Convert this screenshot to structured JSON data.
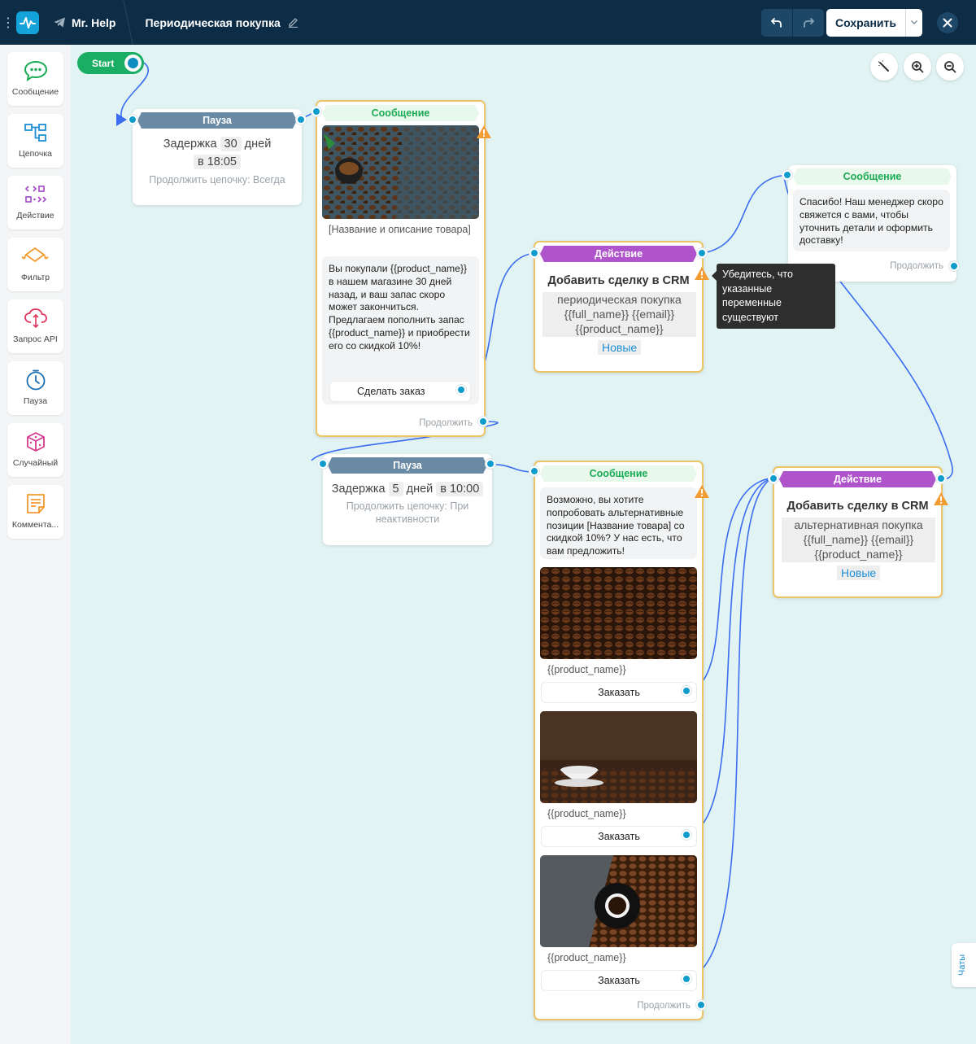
{
  "topbar": {
    "bot_name": "Mr. Help",
    "flow_title": "Периодическая покупка",
    "save_label": "Сохранить"
  },
  "sidebar": {
    "items": [
      {
        "label": "Сообщение",
        "icon": "message-icon"
      },
      {
        "label": "Цепочка",
        "icon": "chain-icon"
      },
      {
        "label": "Действие",
        "icon": "action-icon"
      },
      {
        "label": "Фильтр",
        "icon": "filter-icon"
      },
      {
        "label": "Запрос API",
        "icon": "api-icon"
      },
      {
        "label": "Пауза",
        "icon": "pause-icon"
      },
      {
        "label": "Случайный",
        "icon": "random-icon"
      },
      {
        "label": "Коммента...",
        "icon": "comment-icon"
      }
    ]
  },
  "canvas": {
    "start_label": "Start",
    "pause1": {
      "header": "Пауза",
      "delay_label": "Задержка",
      "delay_value": "30",
      "delay_unit": "дней",
      "time": "в 18:05",
      "continue_text": "Продолжить цепочку: Всегда"
    },
    "message1": {
      "header": "Сообщение",
      "caption": "[Название и описание товара]",
      "text": "Вы покупали {{product_name}} в нашем магазине 30 дней назад, и ваш запас скоро может закончиться. Предлагаем пополнить запас {{product_name}} и приобрести его со скидкой 10%!",
      "button": "Сделать заказ",
      "continue": "Продолжить"
    },
    "action1": {
      "header": "Действие",
      "title": "Добавить сделку в CRM",
      "line1": "периодическая покупка",
      "line2": "{{full_name}} {{email}}",
      "line3": "{{product_name}}",
      "tag": "Новые"
    },
    "tooltip": "Убедитесь, что указанные переменные существуют",
    "message2": {
      "header": "Сообщение",
      "text": "Спасибо! Наш менеджер скоро свяжется с вами, чтобы уточнить детали и оформить доставку!",
      "continue": "Продолжить"
    },
    "pause2": {
      "header": "Пауза",
      "delay_label": "Задержка",
      "delay_value": "5",
      "delay_unit": "дней",
      "time": "в 10:00",
      "continue_text": "Продолжить цепочку: При неактивности"
    },
    "message3": {
      "header": "Сообщение",
      "text": "Возможно, вы хотите попробовать альтернативные позиции [Название товара] со скидкой 10%? У нас есть, что вам предложить!",
      "cards": [
        {
          "caption": "{{product_name}}",
          "button": "Заказать"
        },
        {
          "caption": "{{product_name}}",
          "button": "Заказать"
        },
        {
          "caption": "{{product_name}}",
          "button": "Заказать"
        }
      ],
      "continue": "Продолжить"
    },
    "action2": {
      "header": "Действие",
      "title": "Добавить сделку в CRM",
      "line1": "альтернативная покупка",
      "line2": "{{full_name}} {{email}}",
      "line3": "{{product_name}}",
      "tag": "Новые"
    }
  },
  "chats_tab": "Чаты",
  "colors": {
    "topbar": "#0d2c46",
    "canvas": "#e2f3f3",
    "pause_header": "#6a8aa5",
    "action_header": "#b054cc",
    "message_header_text": "#1aab55",
    "port": "#0e9ccd",
    "connector": "#3a6df0",
    "selected_border": "#ecc466",
    "start": "#19ae63"
  }
}
